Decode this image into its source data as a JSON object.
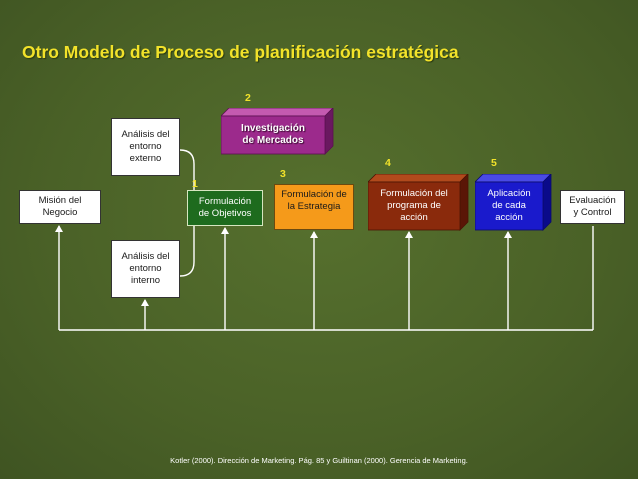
{
  "title": "Otro Modelo de Proceso de planificación estratégica",
  "boxes": {
    "mision": "Misión del\nNegocio",
    "analisis_externo": "Análisis del\nentorno\nexterno",
    "analisis_interno": "Análisis del\nentorno\ninterno",
    "objetivos": "Formulación\nde Objetivos",
    "investigacion": "Investigación\nde Mercados",
    "estrategia": "Formulación de\nla Estrategia",
    "programa": "Formulación del\nprograma de\nacción",
    "aplicacion": "Aplicación\nde cada\nacción",
    "evaluacion": "Evaluación\ny Control"
  },
  "numbers": {
    "n1": "1",
    "n2": "2",
    "n3": "3",
    "n4": "4",
    "n5": "5"
  },
  "colors": {
    "background": "#4b6328",
    "title": "#f2e22a",
    "objetivos": "#1e6b1e",
    "investigacion": "#9c2a8c",
    "estrategia": "#f59a1a",
    "programa": "#8a2a0c",
    "aplicacion": "#1a1acc"
  },
  "source_note": "Kotler (2000). Dirección de Marketing. Pág. 85 y Guiltinan (2000). Gerencia de Marketing."
}
